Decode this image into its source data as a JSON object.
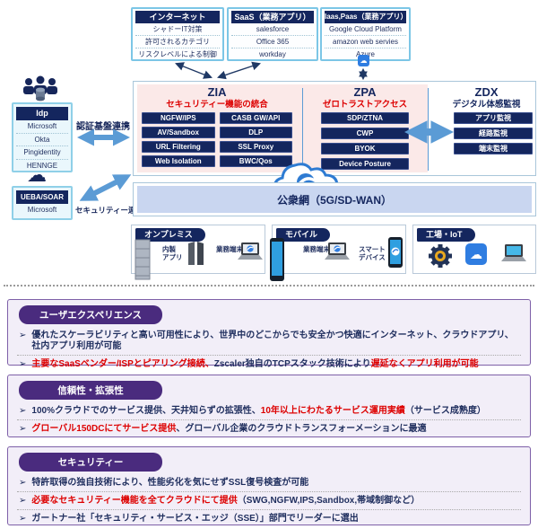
{
  "colors": {
    "navy": "#14265e",
    "red": "#dd0000",
    "arrow_blue": "#5b9bd5",
    "pink_panel": "#fbe9e8",
    "network_band": "#c9d6f0",
    "purple_pill": "#4a2b7e",
    "purple_bg": "#f2eef8",
    "cyan_border": "#7cc6e6",
    "zscaler_blue": "#2f7de1"
  },
  "icons": {
    "people-group-icon": "group of users",
    "database-icon": "db cylinder",
    "cloud-icon": "☁",
    "zscaler-cloud-logo": "zscaler cloud",
    "server-icon": "rack server",
    "building-icon": "buildings",
    "laptop-icon": "laptop",
    "phone-icon": "smartphone",
    "gear-icon": "⚙",
    "zscaler-app-icon": "☁"
  },
  "diagram": {
    "top_boxes": [
      {
        "title": "インターネット",
        "items": [
          "シャドーIT対策",
          "許可されるカテゴリ",
          "リスクレベルによる制御"
        ]
      },
      {
        "title": "SaaS（業務アプリ）",
        "items": [
          "salesforce",
          "Office 365",
          "workday"
        ]
      },
      {
        "title": "Iaas,Paas（業務アプリ）",
        "items": [
          "Google Cloud Platform",
          "amazon web servies",
          "Azure"
        ]
      }
    ],
    "left": {
      "idp": {
        "title": "Idp",
        "items": [
          "Microsoft",
          "Okta",
          "Pingidentity",
          "HENNGE"
        ]
      },
      "ueba": {
        "title": "UEBA/SOAR",
        "items": [
          "Microsoft"
        ]
      },
      "auth_link_label": "認証基盤連携",
      "security_link_label": "セキュリティー連携"
    },
    "zia": {
      "title": "ZIA",
      "subtitle": "セキュリティー機能の統合",
      "buttons": [
        "NGFW/IPS",
        "CASB GW/API",
        "AV/Sandbox",
        "DLP",
        "URL Filtering",
        "SSL Proxy",
        "Web Isolation",
        "BWC/Qos"
      ]
    },
    "zpa": {
      "title": "ZPA",
      "subtitle": "ゼロトラストアクセス",
      "buttons": [
        "SDP/ZTNA",
        "CWP",
        "BYOK",
        "Device Posture"
      ]
    },
    "zdx": {
      "title": "ZDX",
      "subtitle": "デジタル体感監視",
      "buttons": [
        "アプリ監視",
        "経路監視",
        "端末監視"
      ]
    },
    "network_band": "公衆網（5G/SD-WAN）",
    "bottom_boxes": [
      {
        "title": "オンプレミス",
        "labels": [
          "内製アプリ",
          "業務端末"
        ]
      },
      {
        "title": "モバイル",
        "labels": [
          "業務端末",
          "スマートデバイス"
        ]
      },
      {
        "title": "工場・IoT",
        "labels": []
      }
    ]
  },
  "sections": [
    {
      "title": "ユーザエクスペリエンス",
      "bullets": [
        [
          {
            "t": "優れたスケーラビリティと高い可用性により、世界中のどこからでも安全かつ快適にインターネット、クラウドアプリ、社内アプリ利用が可能",
            "c": "navy"
          }
        ],
        [
          {
            "t": "主要なSaaSベンダー/ISPとピアリング接続、",
            "c": "red"
          },
          {
            "t": "Zscaler独自のTCPスタック技術により",
            "c": "navy"
          },
          {
            "t": "遅延なくアプリ利用が可能",
            "c": "red"
          }
        ]
      ]
    },
    {
      "title": "信頼性・拡張性",
      "bullets": [
        [
          {
            "t": "100%クラウドでのサービス提供、天井知らずの拡張性、",
            "c": "navy"
          },
          {
            "t": "10年以上にわたるサービス運用実績",
            "c": "red"
          },
          {
            "t": "（サービス成熟度）",
            "c": "navy"
          }
        ],
        [
          {
            "t": "グローバル150DCにてサービス提供",
            "c": "red"
          },
          {
            "t": "、グローバル企業のクラウドトランスフォーメーションに最適",
            "c": "navy"
          }
        ]
      ]
    },
    {
      "title": "セキュリティー",
      "bullets": [
        [
          {
            "t": "特許取得の独自技術により、性能劣化を気にせずSSL復号検査が可能",
            "c": "navy"
          }
        ],
        [
          {
            "t": "必要なセキュリティー機能を全てクラウドにて提供",
            "c": "red"
          },
          {
            "t": "（SWG,NGFW,IPS,Sandbox,帯域制御など）",
            "c": "navy"
          }
        ],
        [
          {
            "t": "ガートナー社「セキュリティ・サービス・エッジ（SSE）」部門でリーダーに選出",
            "c": "navy"
          }
        ]
      ]
    }
  ]
}
